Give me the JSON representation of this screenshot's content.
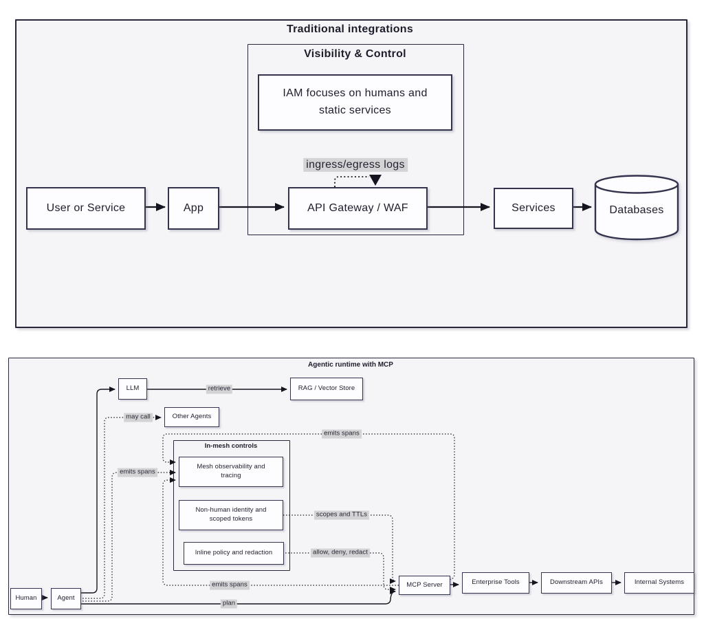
{
  "colors": {
    "panel_fill": "#f5f5f8",
    "panel_border": "#26263a",
    "node_fill": "#fdfdff",
    "node_border": "#33334d",
    "edge": "#15151f",
    "edge_label_bg": "#d3d3d6",
    "text": "#1d1d2b"
  },
  "top_panel": {
    "title": "Traditional integrations",
    "subgraph": {
      "title": "Visibility & Control"
    },
    "nodes": {
      "user_or_service": "User or Service",
      "app": "App",
      "iam_note": "IAM focuses on humans and static services",
      "api_gateway": "API Gateway / WAF",
      "services": "Services",
      "databases": "Databases"
    },
    "edge_labels": {
      "gateway_loop": "ingress/egress logs"
    },
    "edges": [
      {
        "from": "User or Service",
        "to": "App",
        "style": "solid"
      },
      {
        "from": "App",
        "to": "API Gateway / WAF",
        "style": "solid"
      },
      {
        "from": "API Gateway / WAF",
        "to": "API Gateway / WAF",
        "label": "ingress/egress logs",
        "style": "dotted"
      },
      {
        "from": "API Gateway / WAF",
        "to": "Services",
        "style": "solid"
      },
      {
        "from": "Services",
        "to": "Databases",
        "style": "solid"
      }
    ]
  },
  "bottom_panel": {
    "title": "Agentic runtime with MCP",
    "subgraph": {
      "title": "In-mesh controls"
    },
    "nodes": {
      "human": "Human",
      "agent": "Agent",
      "llm": "LLM",
      "rag": "RAG / Vector Store",
      "other_agents": "Other Agents",
      "mesh_observability": "Mesh observability and tracing",
      "nonhuman_identity": "Non-human identity and scoped tokens",
      "inline_policy": "Inline policy and redaction",
      "mcp_server": "MCP Server",
      "enterprise_tools": "Enterprise Tools",
      "downstream_apis": "Downstream APIs",
      "internal_systems": "Internal Systems"
    },
    "edge_labels": {
      "retrieve": "retrieve",
      "may_call": "may call",
      "emits_spans_left": "emits spans",
      "emits_spans_top": "emits spans",
      "emits_spans_bottom": "emits spans",
      "scopes": "scopes and TTLs",
      "allow": "allow, deny, redact",
      "plan": "plan"
    },
    "edges": [
      {
        "from": "Human",
        "to": "Agent",
        "style": "solid"
      },
      {
        "from": "Agent",
        "to": "LLM",
        "style": "solid"
      },
      {
        "from": "LLM",
        "to": "RAG / Vector Store",
        "label": "retrieve",
        "style": "solid"
      },
      {
        "from": "Agent",
        "to": "Other Agents",
        "label": "may call",
        "style": "dotted"
      },
      {
        "from": "Agent",
        "to": "Mesh observability and tracing",
        "label": "emits spans",
        "style": "dotted"
      },
      {
        "from": "MCP Server",
        "to": "Mesh observability and tracing",
        "label": "emits spans",
        "style": "dotted",
        "route": "above"
      },
      {
        "from": "MCP Server",
        "to": "Mesh observability and tracing",
        "label": "emits spans",
        "style": "dotted",
        "route": "below"
      },
      {
        "from": "Non-human identity and scoped tokens",
        "to": "MCP Server",
        "label": "scopes and TTLs",
        "style": "dotted"
      },
      {
        "from": "Inline policy and redaction",
        "to": "MCP Server",
        "label": "allow, deny, redact",
        "style": "dotted"
      },
      {
        "from": "Agent",
        "to": "MCP Server",
        "label": "plan",
        "style": "solid"
      },
      {
        "from": "MCP Server",
        "to": "Enterprise Tools",
        "style": "solid"
      },
      {
        "from": "Enterprise Tools",
        "to": "Downstream APIs",
        "style": "solid"
      },
      {
        "from": "Downstream APIs",
        "to": "Internal Systems",
        "style": "solid"
      }
    ]
  }
}
